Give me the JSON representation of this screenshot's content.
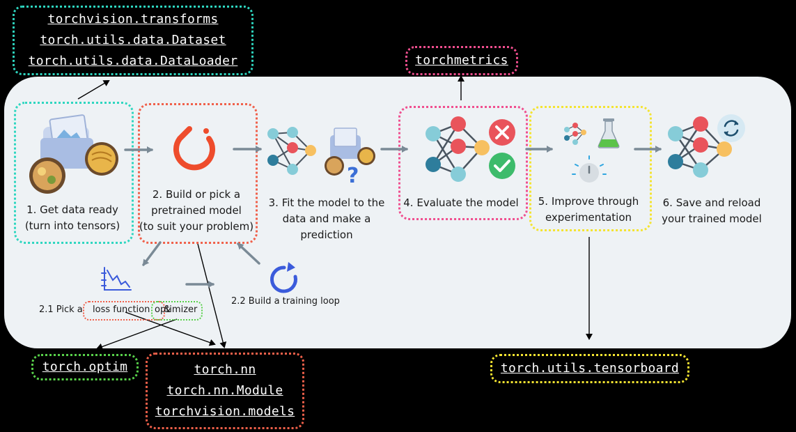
{
  "api_boxes": {
    "data": [
      "torchvision.transforms",
      "torch.utils.data.Dataset",
      "torch.utils.data.DataLoader"
    ],
    "metrics": [
      "torchmetrics"
    ],
    "optim": [
      "torch.optim"
    ],
    "nn": [
      "torch.nn",
      "torch.nn.Module",
      "torchvision.models"
    ],
    "tensorboard": [
      "torch.utils.tensorboard"
    ]
  },
  "steps": {
    "step1": "1. Get data ready\n(turn into tensors)",
    "step2": "2. Build or pick a\npretrained model\n(to suit your problem)",
    "step3": "3. Fit the model to the\ndata and make a\nprediction",
    "step4": "4. Evaluate the model",
    "step5": "5. Improve through\nexperimentation",
    "step6": "6. Save and reload\nyour trained model"
  },
  "substeps": {
    "loss_prefix": "2.1 Pick a ",
    "loss": "loss function",
    "amp": "&",
    "optimizer": "optimizer",
    "loop": "2.2 Build a training loop"
  },
  "colors": {
    "cyan": "#2ed6c0",
    "orange": "#f0604a",
    "pink": "#f04f8f",
    "yellow": "#f4e431",
    "green": "#58d14a",
    "arrow_gray": "#7a8a96",
    "pytorch": "#ee4c2c",
    "loop_blue": "#3b5bdb",
    "node_teal": "#86ccd8",
    "node_red": "#e9545b",
    "node_yellow": "#f7c060",
    "node_dark": "#2e7d9c"
  },
  "icons": [
    "folder-food-icon",
    "pytorch-logo-icon",
    "neural-network-icon",
    "x-circle-icon",
    "check-circle-icon",
    "flask-icon",
    "timer-icon",
    "reload-icon",
    "loss-chart-icon",
    "loop-icon"
  ]
}
